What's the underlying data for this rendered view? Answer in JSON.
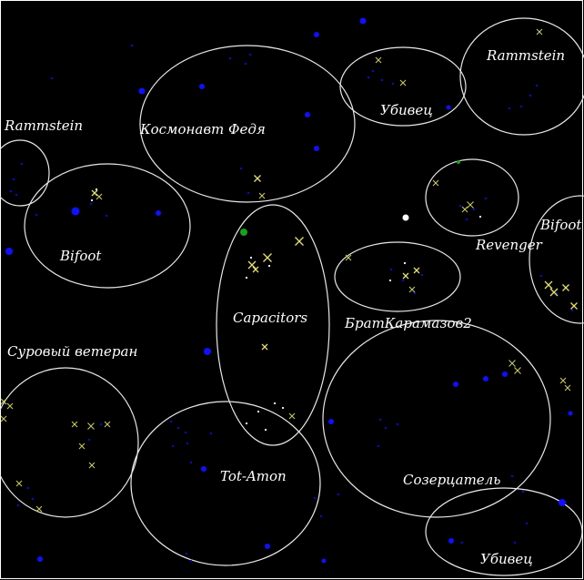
{
  "map": {
    "zones": [
      {
        "id": "kosmonavt-fedya",
        "name": "Космонавт Федя"
      },
      {
        "id": "ubivets-top",
        "name": "Убивец"
      },
      {
        "id": "rammstein-right",
        "name": "Rammstein"
      },
      {
        "id": "rammstein-left",
        "name": "Rammstein"
      },
      {
        "id": "bifoot-left",
        "name": "Bifoot"
      },
      {
        "id": "revenger",
        "name": "Revenger"
      },
      {
        "id": "bifoot-right",
        "name": "Bifoot"
      },
      {
        "id": "capacitors",
        "name": "Capacitors"
      },
      {
        "id": "brat-karamazov",
        "name": "БратКарамазов2"
      },
      {
        "id": "surovy-veteran",
        "name": "Суровый ветеран"
      },
      {
        "id": "tot-amon",
        "name": "Tot-Amon"
      },
      {
        "id": "sozertsatel",
        "name": "Созерцатель"
      },
      {
        "id": "ubivets-bottom",
        "name": "Убивец"
      }
    ],
    "colors": {
      "background": "#000000",
      "zone_border": "#e8e8e8",
      "star": "#1010ff",
      "ship": "#c8c860",
      "highlight_star": "#1aa01a"
    }
  }
}
